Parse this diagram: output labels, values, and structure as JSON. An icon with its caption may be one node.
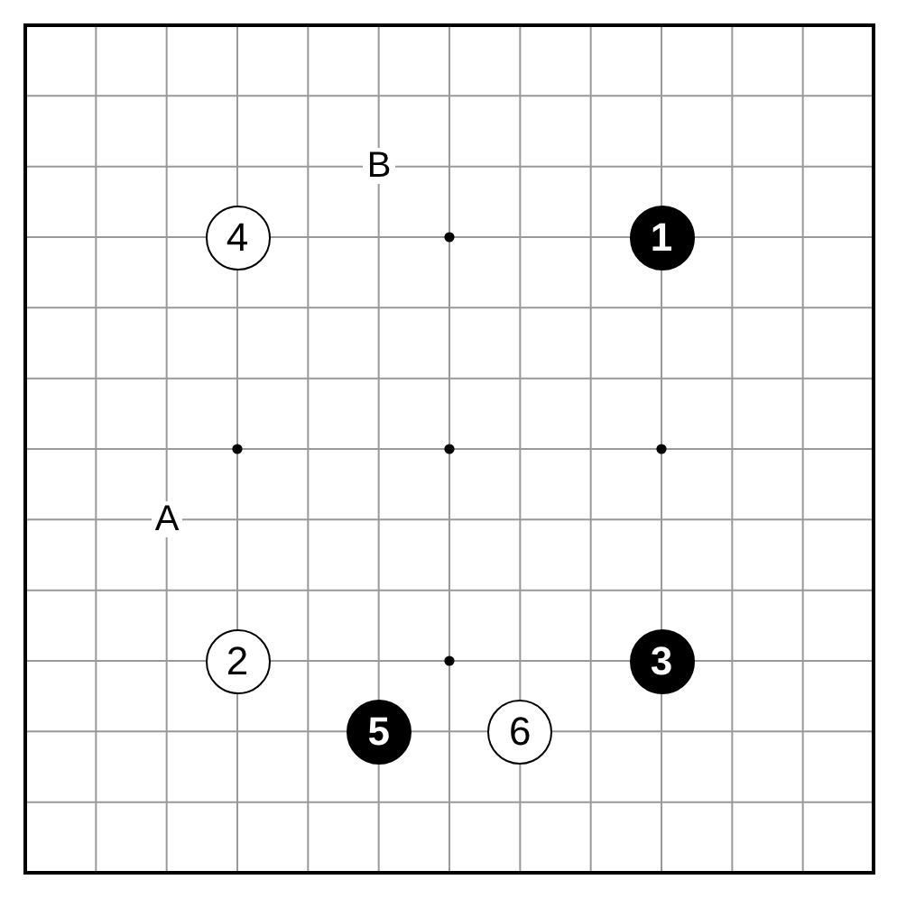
{
  "diagram": {
    "nodes": [
      {
        "text": [
          "4"
        ]
      },
      {
        "text": [
          "1"
        ]
      },
      {
        "text": [
          "2"
        ]
      },
      {
        "text": [
          "3"
        ]
      },
      {
        "text": [
          "5"
        ]
      },
      {
        "text": [
          "6"
        ]
      }
    ],
    "labels": [
      "B",
      "A"
    ]
  }
}
